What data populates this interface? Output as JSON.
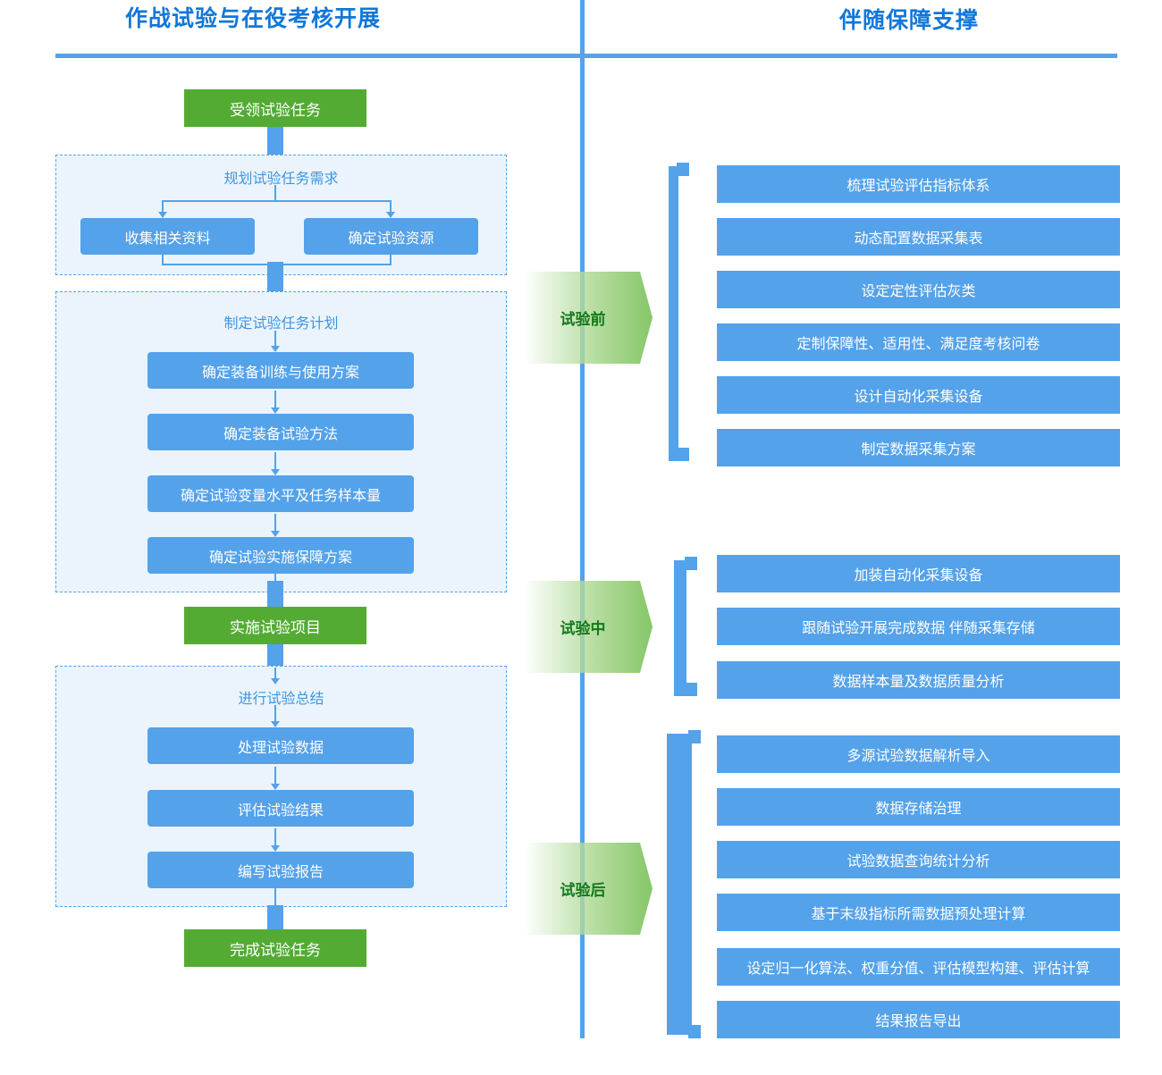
{
  "header": {
    "left_title": "作战试验与在役考核开展",
    "right_title": "伴随保障支撑"
  },
  "left_flow": {
    "start": "受领试验任务",
    "group1": {
      "title": "规划试验任务需求",
      "items": [
        "收集相关资料",
        "确定试验资源"
      ]
    },
    "group2": {
      "title": "制定试验任务计划",
      "items": [
        "确定装备训练与使用方案",
        "确定装备试验方法",
        "确定试验变量水平及任务样本量",
        "确定试验实施保障方案"
      ]
    },
    "milestone": "实施试验项目",
    "group3": {
      "title": "进行试验总结",
      "items": [
        "处理试验数据",
        "评估试验结果",
        "编写试验报告"
      ]
    },
    "end": "完成试验任务"
  },
  "phases": [
    {
      "label": "试验前",
      "items": [
        "梳理试验评估指标体系",
        "动态配置数据采集表",
        "设定定性评估灰类",
        "定制保障性、适用性、满足度考核问卷",
        "设计自动化采集设备",
        "制定数据采集方案"
      ]
    },
    {
      "label": "试验中",
      "items": [
        "加装自动化采集设备",
        "跟随试验开展完成数据 伴随采集存储",
        "数据样本量及数据质量分析"
      ]
    },
    {
      "label": "试验后",
      "items": [
        "多源试验数据解析导入",
        "数据存储治理",
        "试验数据查询统计分析",
        "基于末级指标所需数据预处理计算",
        "设定归一化算法、权重分值、评估模型构建、评估计算",
        "结果报告导出"
      ]
    }
  ],
  "colors": {
    "accent_blue": "#54A2EA",
    "solid_green": "#53AB34",
    "arrow_gradient_green": "#7CC25B",
    "dashed_panel_fill": "#EBF4FC",
    "title_blue": "#1177D8",
    "phase_label_green": "#15781A"
  }
}
